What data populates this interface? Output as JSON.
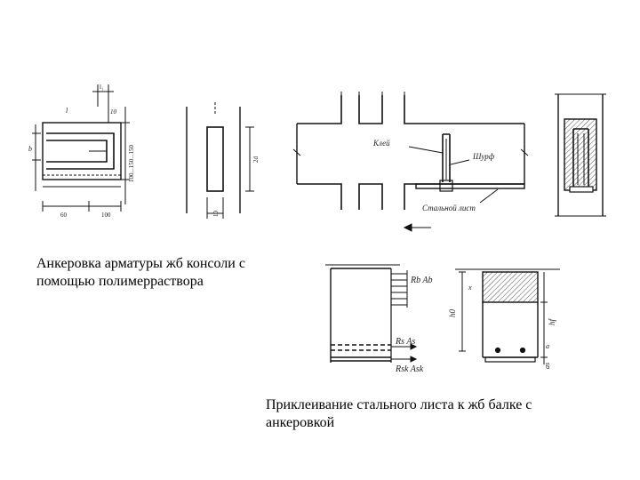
{
  "captions": {
    "anchoring": "Анкеровка арматуры жб консоли с помощью полимерраствора",
    "gluing": "Приклеивание стального листа к жб балке с анкеровкой"
  },
  "labels": {
    "dim_top": "l₁",
    "dim_a1": "10",
    "dim_l": "l",
    "dim_b": "b",
    "dim_bottom_left": "60",
    "dim_bottom_right": "100",
    "dim_side_vertical": "100...150...150",
    "dim_mid_height": "2d",
    "dim_mid_bottom": "10",
    "beam_glue": "Клей",
    "beam_groove": "Шурф",
    "beam_sheet": "Стальной лист",
    "force_top": "Rb Ab",
    "force_mid": "Rs As",
    "force_bottom": "Rsk Ask",
    "h0": "h0",
    "hf": "hf",
    "x_label": "x",
    "a_label": "a",
    "as_label": "as"
  },
  "colors": {
    "line": "#111111",
    "hatch": "#555555",
    "text": "#000000"
  }
}
